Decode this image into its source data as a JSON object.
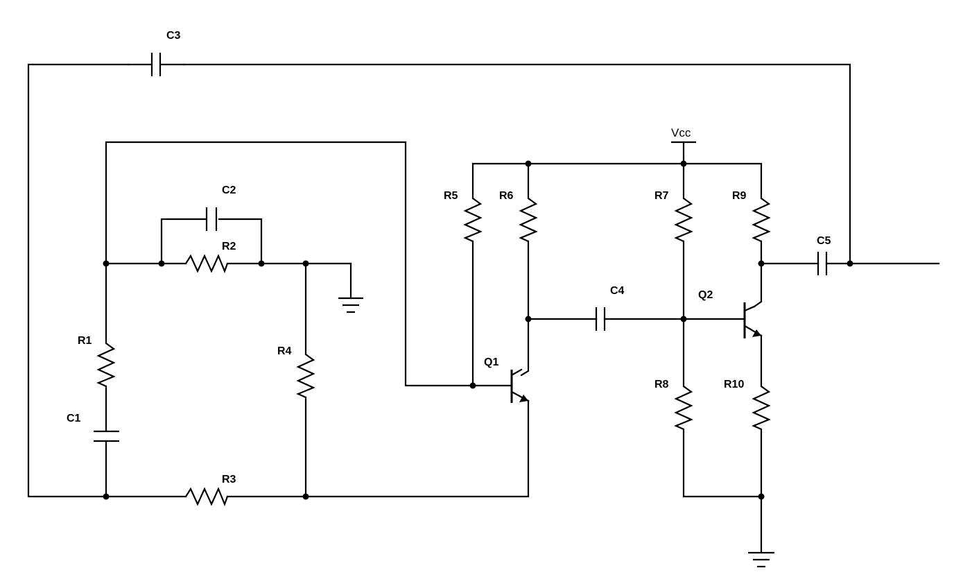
{
  "labels": {
    "C1": "C1",
    "C2": "C2",
    "C3": "C3",
    "C4": "C4",
    "C5": "C5",
    "R1": "R1",
    "R2": "R2",
    "R3": "R3",
    "R4": "R4",
    "R5": "R5",
    "R6": "R6",
    "R7": "R7",
    "R8": "R8",
    "R9": "R9",
    "R10": "R10",
    "Q1": "Q1",
    "Q2": "Q2",
    "vcc": "Vcc"
  }
}
